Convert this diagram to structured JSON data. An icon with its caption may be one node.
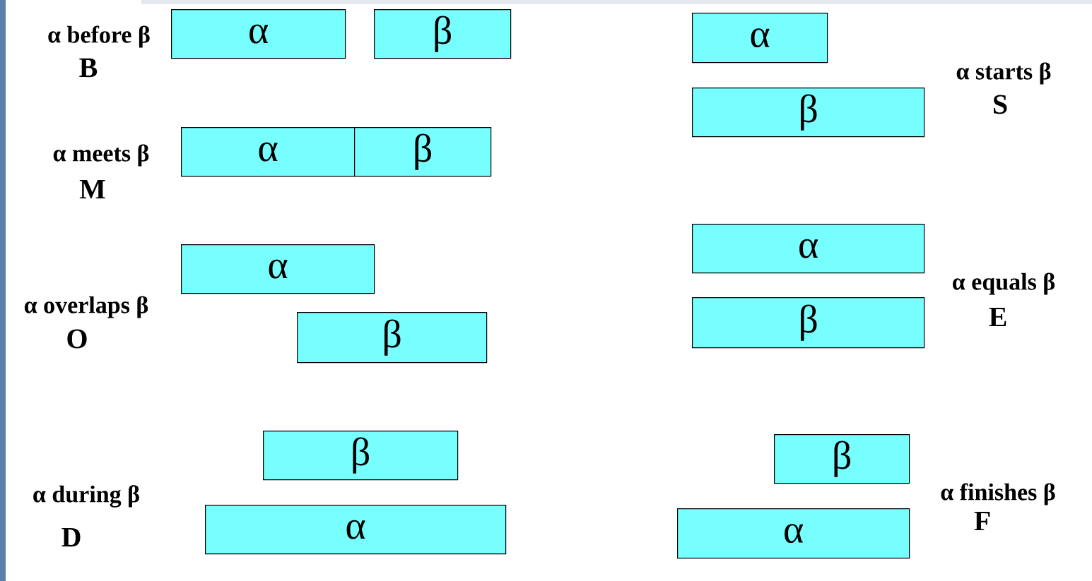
{
  "diagram": {
    "nodes": [
      {
        "text": [
          "α"
        ]
      },
      {
        "text": [
          "β"
        ]
      },
      {
        "text": [
          "α"
        ]
      },
      {
        "text": [
          "β"
        ]
      },
      {
        "text": [
          "α"
        ]
      },
      {
        "text": [
          "β"
        ]
      },
      {
        "text": [
          "β"
        ]
      },
      {
        "text": [
          "α"
        ]
      },
      {
        "text": [
          "α"
        ]
      },
      {
        "text": [
          "β"
        ]
      },
      {
        "text": [
          "α"
        ]
      },
      {
        "text": [
          "β"
        ]
      },
      {
        "text": [
          "β"
        ]
      },
      {
        "text": [
          "α"
        ]
      }
    ],
    "labels": [
      "α before β",
      "B",
      "α meets β",
      "M",
      "α overlaps β",
      "O",
      "α during β",
      "D",
      "α starts β",
      "S",
      "α equals β",
      "E",
      "α finishes β",
      "F"
    ]
  }
}
